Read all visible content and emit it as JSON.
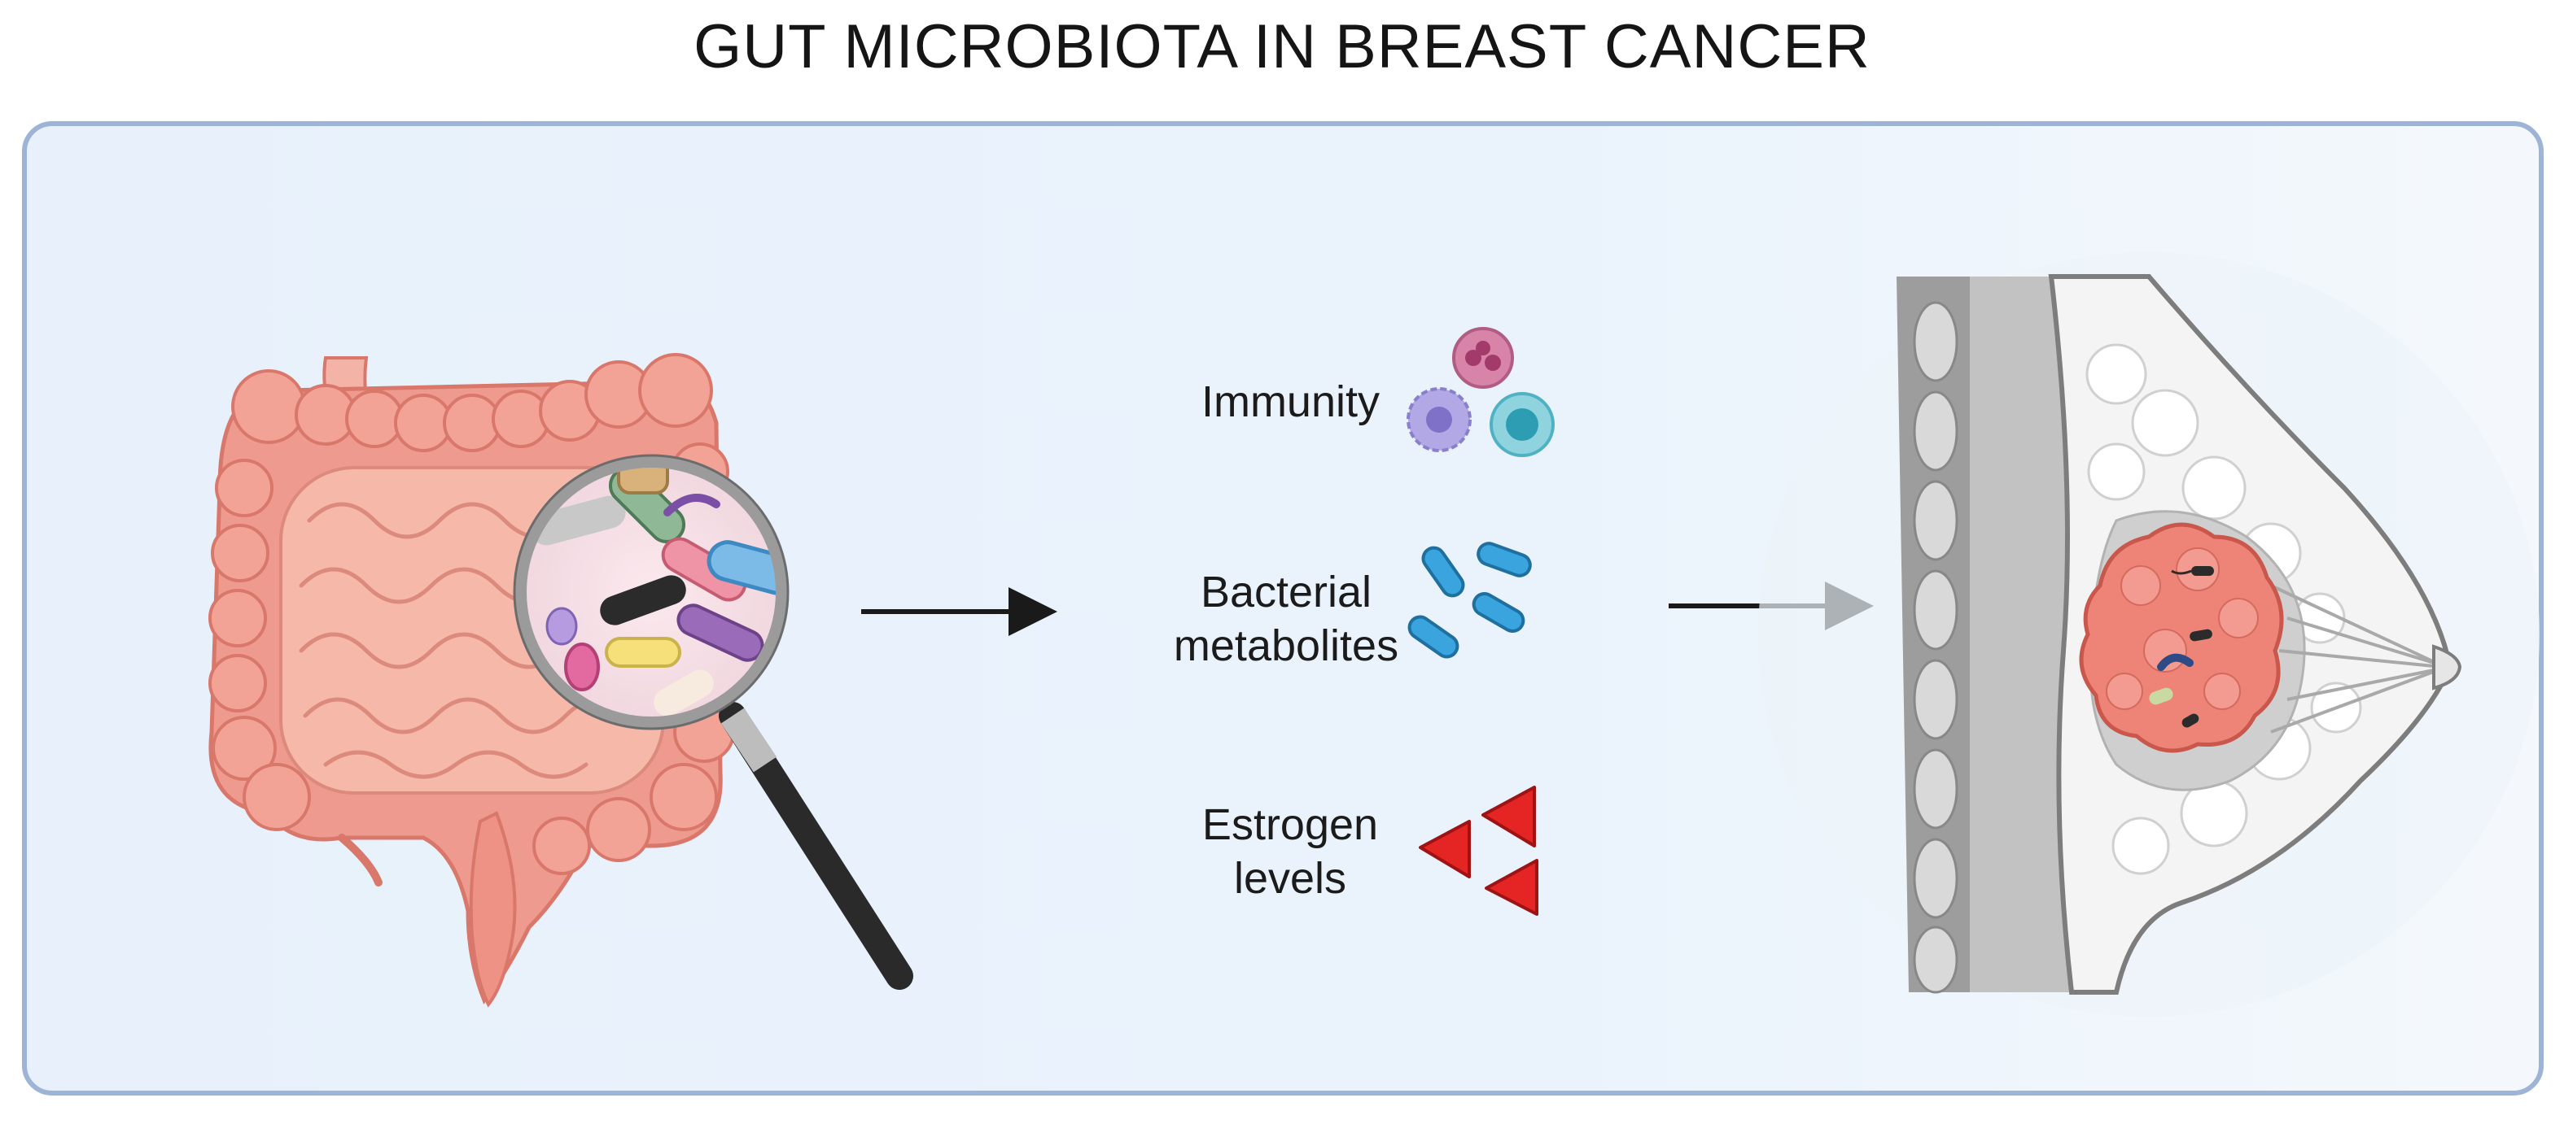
{
  "title": "GUT MICROBIOTA IN BREAST CANCER",
  "factors": {
    "immunity": "Immunity",
    "metabolites_line1": "Bacterial",
    "metabolites_line2": "metabolites",
    "estrogen_line1": "Estrogen",
    "estrogen_line2": "levels"
  },
  "colors": {
    "panel_fill": "#e9f2fc",
    "panel_border": "#9db4d6",
    "intestine": "#ef9a8e",
    "intestine_dark": "#d9776b",
    "tumor": "#ee8478",
    "estrogen": "#e52424",
    "metabolite": "#3aa4de",
    "arrow": "#1a1a1a"
  },
  "icons": [
    "intestine-icon",
    "magnifier-icon",
    "immune-cells-icon",
    "metabolites-icon",
    "estrogen-triangles-icon",
    "breast-tumor-icon"
  ]
}
